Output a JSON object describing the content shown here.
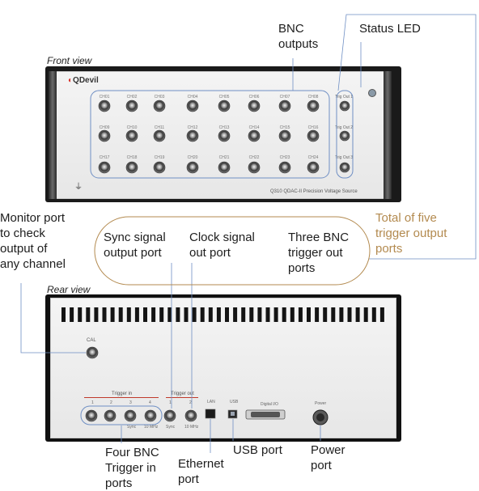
{
  "front": {
    "view_label": "Front view",
    "brand": "QDevil",
    "model_text": "Q310 QDAC-II Precision Voltage Source",
    "channels": [
      "CH01",
      "CH02",
      "CH03",
      "CH04",
      "CH05",
      "CH06",
      "CH07",
      "CH08",
      "CH09",
      "CH10",
      "CH11",
      "CH12",
      "CH13",
      "CH14",
      "CH15",
      "CH16",
      "CH17",
      "CH18",
      "CH19",
      "CH20",
      "CH21",
      "CH22",
      "CH23",
      "CH24"
    ],
    "trig_outs": [
      "Trig Out 1",
      "Trig Out 2",
      "Trig Out 3"
    ]
  },
  "rear": {
    "view_label": "Rear view",
    "cal": "CAL",
    "trigger_in": "Trigger in",
    "trigger_out": "Trigger out",
    "trig_in_numbers": [
      "1",
      "2",
      "3",
      "4"
    ],
    "trig_in_sub": [
      "Sync",
      "10 MHz"
    ],
    "trig_out_numbers": [
      "1",
      "2"
    ],
    "trig_out_sub": [
      "Sync",
      "10 MHz"
    ],
    "lan": "LAN",
    "usb": "USB",
    "digital_io": "Digital I/O",
    "power": "Power"
  },
  "callouts": {
    "bnc_outputs": [
      "BNC",
      "outputs"
    ],
    "status_led": "Status LED",
    "monitor_port": [
      "Monitor port",
      "to check",
      "output of",
      "any channel"
    ],
    "total_trigger": [
      "Total of five",
      "trigger output",
      "ports"
    ],
    "sync_signal": [
      "Sync signal",
      "output port"
    ],
    "clock_signal": [
      "Clock signal",
      "out port"
    ],
    "three_bnc": [
      "Three BNC",
      "trigger out",
      "ports"
    ],
    "four_bnc": [
      "Four BNC",
      "Trigger in",
      "ports"
    ],
    "ethernet": [
      "Ethernet",
      "port"
    ],
    "usb_port": "USB port",
    "power_port": [
      "Power",
      "port"
    ]
  },
  "colors": {
    "callout_line": "#6f8fc4",
    "gold": "#b38a4f",
    "trigger_red": "#c0392b"
  }
}
